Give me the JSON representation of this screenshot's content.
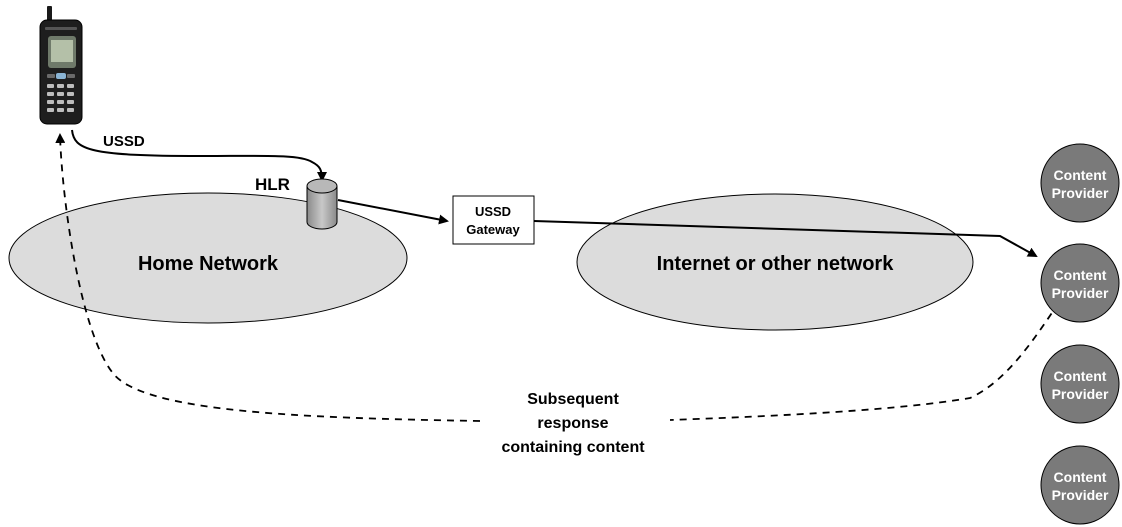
{
  "labels": {
    "ussd": "USSD",
    "hlr": "HLR",
    "gateway_line1": "USSD",
    "gateway_line2": "Gateway",
    "home_network": "Home Network",
    "internet": "Internet or other network",
    "response_line1": "Subsequent",
    "response_line2": "response",
    "response_line3": "containing content"
  },
  "providers": [
    {
      "line1": "Content",
      "line2": "Provider"
    },
    {
      "line1": "Content",
      "line2": "Provider"
    },
    {
      "line1": "Content",
      "line2": "Provider"
    },
    {
      "line1": "Content",
      "line2": "Provider"
    }
  ],
  "colors": {
    "network_fill": "#dcdcdc",
    "provider_fill": "#7a7a7a",
    "stroke": "#000000",
    "provider_text": "#ffffff"
  }
}
